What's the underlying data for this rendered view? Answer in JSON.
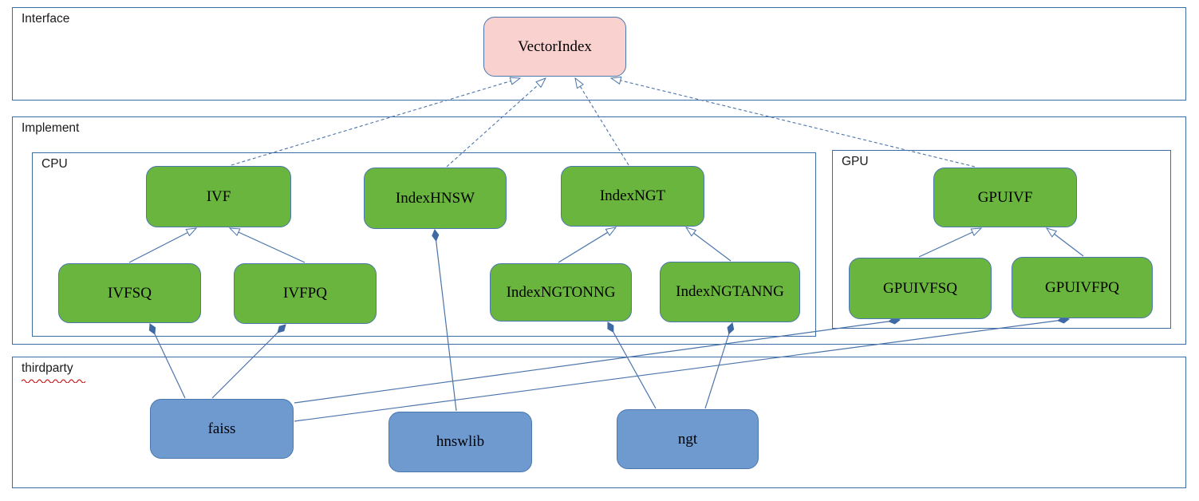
{
  "diagram": {
    "type": "uml-class-diagram",
    "containers": [
      {
        "id": "interface",
        "label": "Interface"
      },
      {
        "id": "implement",
        "label": "Implement"
      },
      {
        "id": "cpu",
        "label": "CPU"
      },
      {
        "id": "gpu",
        "label": "GPU"
      },
      {
        "id": "thirdparty",
        "label": "thirdparty",
        "spellcheck_underline": true
      }
    ],
    "nodes": [
      {
        "id": "VectorIndex",
        "label": "VectorIndex",
        "kind": "interface",
        "group": "interface",
        "fill": "#f9d2d0"
      },
      {
        "id": "IVF",
        "label": "IVF",
        "kind": "class",
        "group": "cpu",
        "fill": "#69b53e"
      },
      {
        "id": "IndexHNSW",
        "label": "IndexHNSW",
        "kind": "class",
        "group": "cpu",
        "fill": "#69b53e"
      },
      {
        "id": "IndexNGT",
        "label": "IndexNGT",
        "kind": "class",
        "group": "cpu",
        "fill": "#69b53e"
      },
      {
        "id": "GPUIVF",
        "label": "GPUIVF",
        "kind": "class",
        "group": "gpu",
        "fill": "#69b53e"
      },
      {
        "id": "IVFSQ",
        "label": "IVFSQ",
        "kind": "class",
        "group": "cpu",
        "fill": "#69b53e"
      },
      {
        "id": "IVFPQ",
        "label": "IVFPQ",
        "kind": "class",
        "group": "cpu",
        "fill": "#69b53e"
      },
      {
        "id": "IndexNGTONNG",
        "label": "IndexNGTONNG",
        "kind": "class",
        "group": "cpu",
        "fill": "#69b53e"
      },
      {
        "id": "IndexNGTANNG",
        "label": "IndexNGTANNG",
        "kind": "class",
        "group": "cpu",
        "fill": "#69b53e"
      },
      {
        "id": "GPUIVFSQ",
        "label": "GPUIVFSQ",
        "kind": "class",
        "group": "gpu",
        "fill": "#69b53e"
      },
      {
        "id": "GPUIVFPQ",
        "label": "GPUIVFPQ",
        "kind": "class",
        "group": "gpu",
        "fill": "#69b53e"
      },
      {
        "id": "faiss",
        "label": "faiss",
        "kind": "library",
        "group": "thirdparty",
        "fill": "#6f9ad0"
      },
      {
        "id": "hnswlib",
        "label": "hnswlib",
        "kind": "library",
        "group": "thirdparty",
        "fill": "#6f9ad0"
      },
      {
        "id": "ngt",
        "label": "ngt",
        "kind": "library",
        "group": "thirdparty",
        "fill": "#6f9ad0"
      }
    ],
    "edges": [
      {
        "from": "IVF",
        "to": "VectorIndex",
        "type": "realization",
        "style": "dashed-open-triangle"
      },
      {
        "from": "IndexHNSW",
        "to": "VectorIndex",
        "type": "realization",
        "style": "dashed-open-triangle"
      },
      {
        "from": "IndexNGT",
        "to": "VectorIndex",
        "type": "realization",
        "style": "dashed-open-triangle"
      },
      {
        "from": "GPUIVF",
        "to": "VectorIndex",
        "type": "realization",
        "style": "dashed-open-triangle"
      },
      {
        "from": "IVFSQ",
        "to": "IVF",
        "type": "generalization",
        "style": "solid-open-triangle"
      },
      {
        "from": "IVFPQ",
        "to": "IVF",
        "type": "generalization",
        "style": "solid-open-triangle"
      },
      {
        "from": "IndexNGTONNG",
        "to": "IndexNGT",
        "type": "generalization",
        "style": "solid-open-triangle"
      },
      {
        "from": "IndexNGTANNG",
        "to": "IndexNGT",
        "type": "generalization",
        "style": "solid-open-triangle"
      },
      {
        "from": "GPUIVFSQ",
        "to": "GPUIVF",
        "type": "generalization",
        "style": "solid-open-triangle"
      },
      {
        "from": "GPUIVFPQ",
        "to": "GPUIVF",
        "type": "generalization",
        "style": "solid-open-triangle"
      },
      {
        "owner": "IVFSQ",
        "component": "faiss",
        "type": "composition",
        "style": "solid-filled-diamond"
      },
      {
        "owner": "IVFPQ",
        "component": "faiss",
        "type": "composition",
        "style": "solid-filled-diamond"
      },
      {
        "owner": "IndexHNSW",
        "component": "hnswlib",
        "type": "composition",
        "style": "solid-filled-diamond"
      },
      {
        "owner": "IndexNGTONNG",
        "component": "ngt",
        "type": "composition",
        "style": "solid-filled-diamond"
      },
      {
        "owner": "IndexNGTANNG",
        "component": "ngt",
        "type": "composition",
        "style": "solid-filled-diamond"
      },
      {
        "owner": "GPUIVFSQ",
        "component": "faiss",
        "type": "composition",
        "style": "solid-filled-diamond"
      },
      {
        "owner": "GPUIVFPQ",
        "component": "faiss",
        "type": "composition",
        "style": "solid-filled-diamond"
      }
    ],
    "colors": {
      "class_green": "#69b53e",
      "library_blue": "#6f9ad0",
      "interface_pink": "#f9d2d0",
      "node_border_blue": "#4a77ad",
      "container_border_blue": "#3c6ba5",
      "connector_blue": "#4a74ab",
      "spellcheck_red": "#cc0000",
      "text_black": "#000000"
    }
  }
}
